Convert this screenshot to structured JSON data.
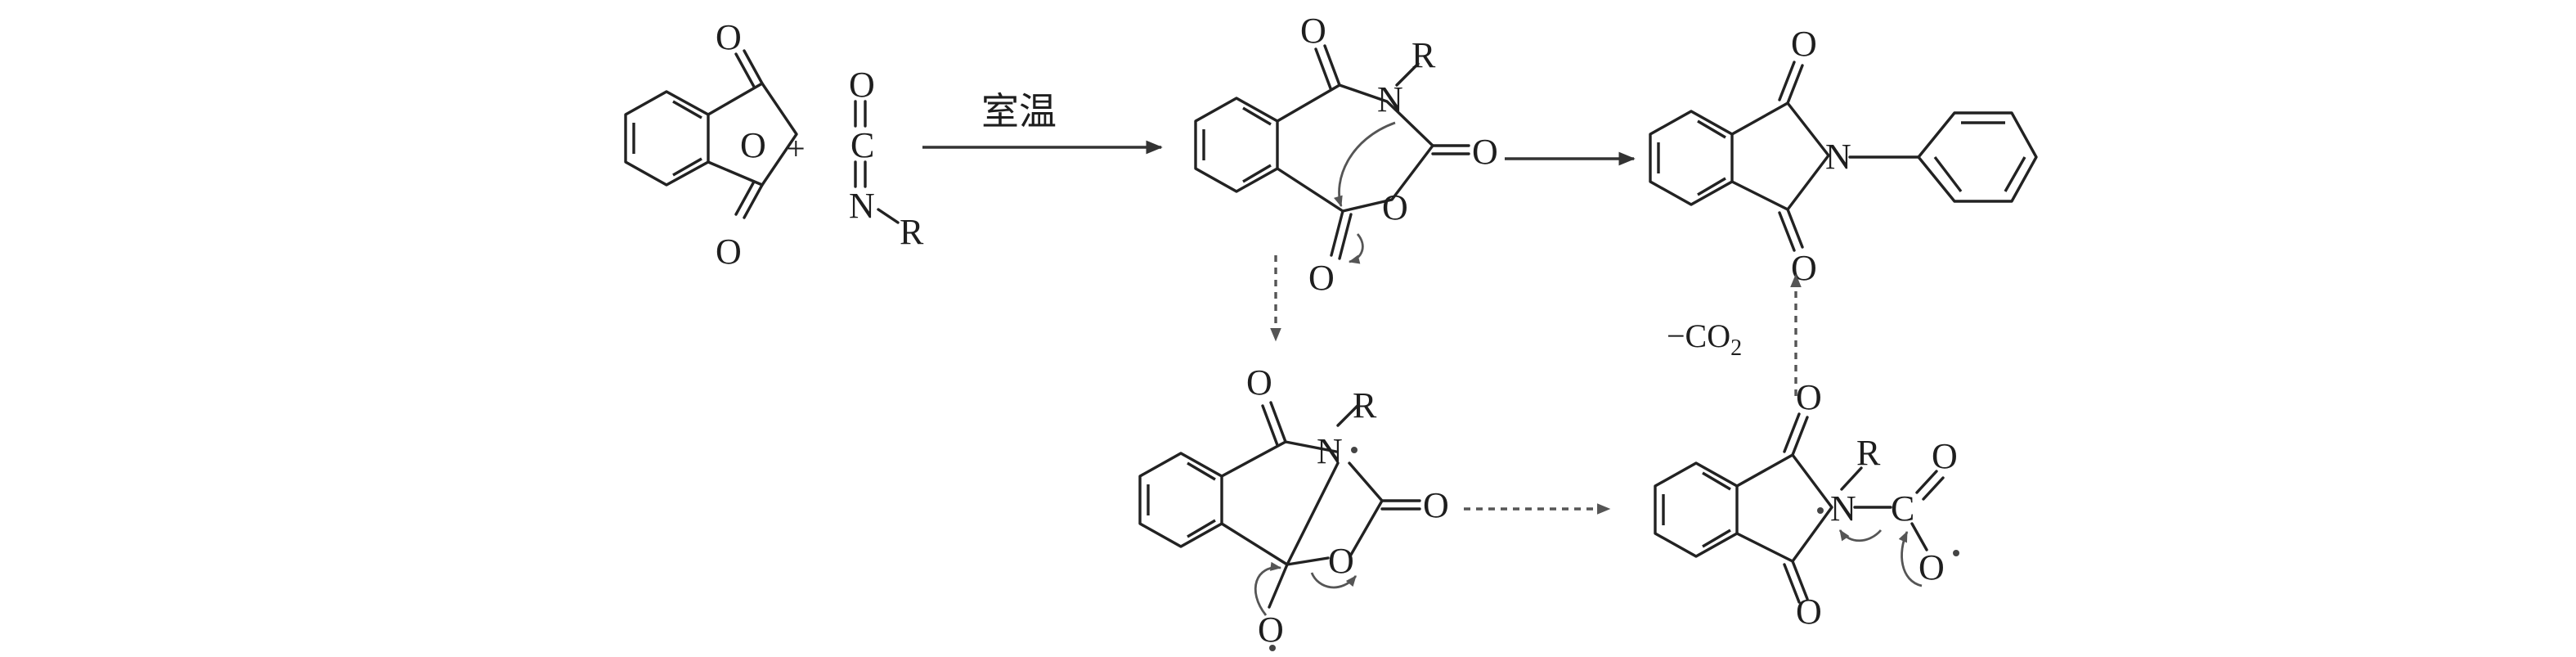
{
  "atoms": {
    "oxygen": "O",
    "nitrogen": "N",
    "carbon": "C",
    "substituent": "R"
  },
  "reagents": {
    "plus_sign": "+"
  },
  "conditions": {
    "step1": "室温",
    "elimination": "−CO",
    "elimination_subscript": "2"
  },
  "colors": {
    "bond": "#222222",
    "arrow": "#333333",
    "dashed_arrow": "#555555"
  }
}
